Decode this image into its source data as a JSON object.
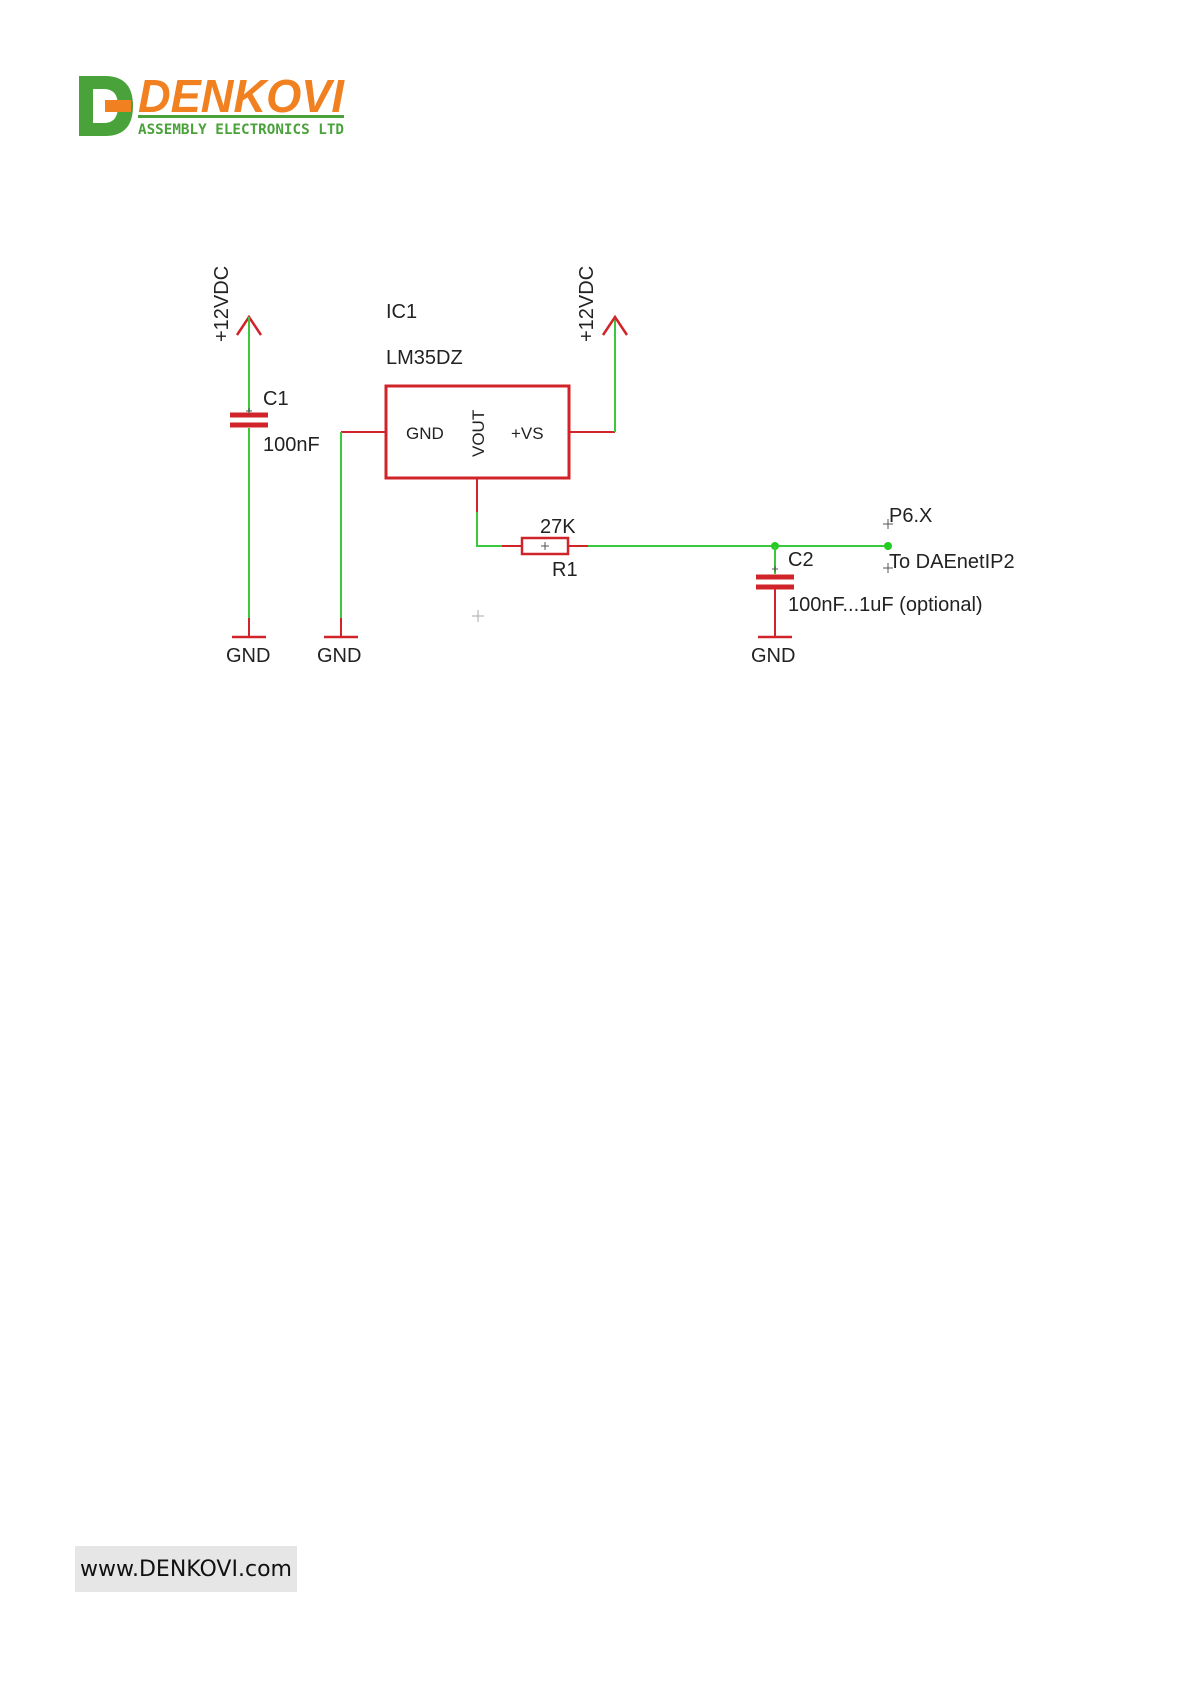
{
  "logo": {
    "brand": "DENKOVI",
    "tagline": "ASSEMBLY ELECTRONICS LTD",
    "colors": {
      "green": "#4aa23a",
      "orange": "#f08020"
    }
  },
  "schematic": {
    "supply_left": "+12VDC",
    "supply_right": "+12VDC",
    "c1_name": "C1",
    "c1_value": "100nF",
    "ic_name": "IC1",
    "ic_part": "LM35DZ",
    "ic_pin_gnd": "GND",
    "ic_pin_vout": "VOUT",
    "ic_pin_vs": "+VS",
    "r1_value": "27K",
    "r1_name": "R1",
    "c2_name": "C2",
    "c2_value": "100nF...1uF (optional)",
    "port_name": "P6.X",
    "port_target": "To DAEnetIP2",
    "gnd1": "GND",
    "gnd2": "GND",
    "gnd3": "GND",
    "colors": {
      "wire": "#3cc83c",
      "part": "#d0242a",
      "junction": "#22cc22"
    }
  },
  "footer": {
    "url": "www.DENKOVI.com"
  }
}
